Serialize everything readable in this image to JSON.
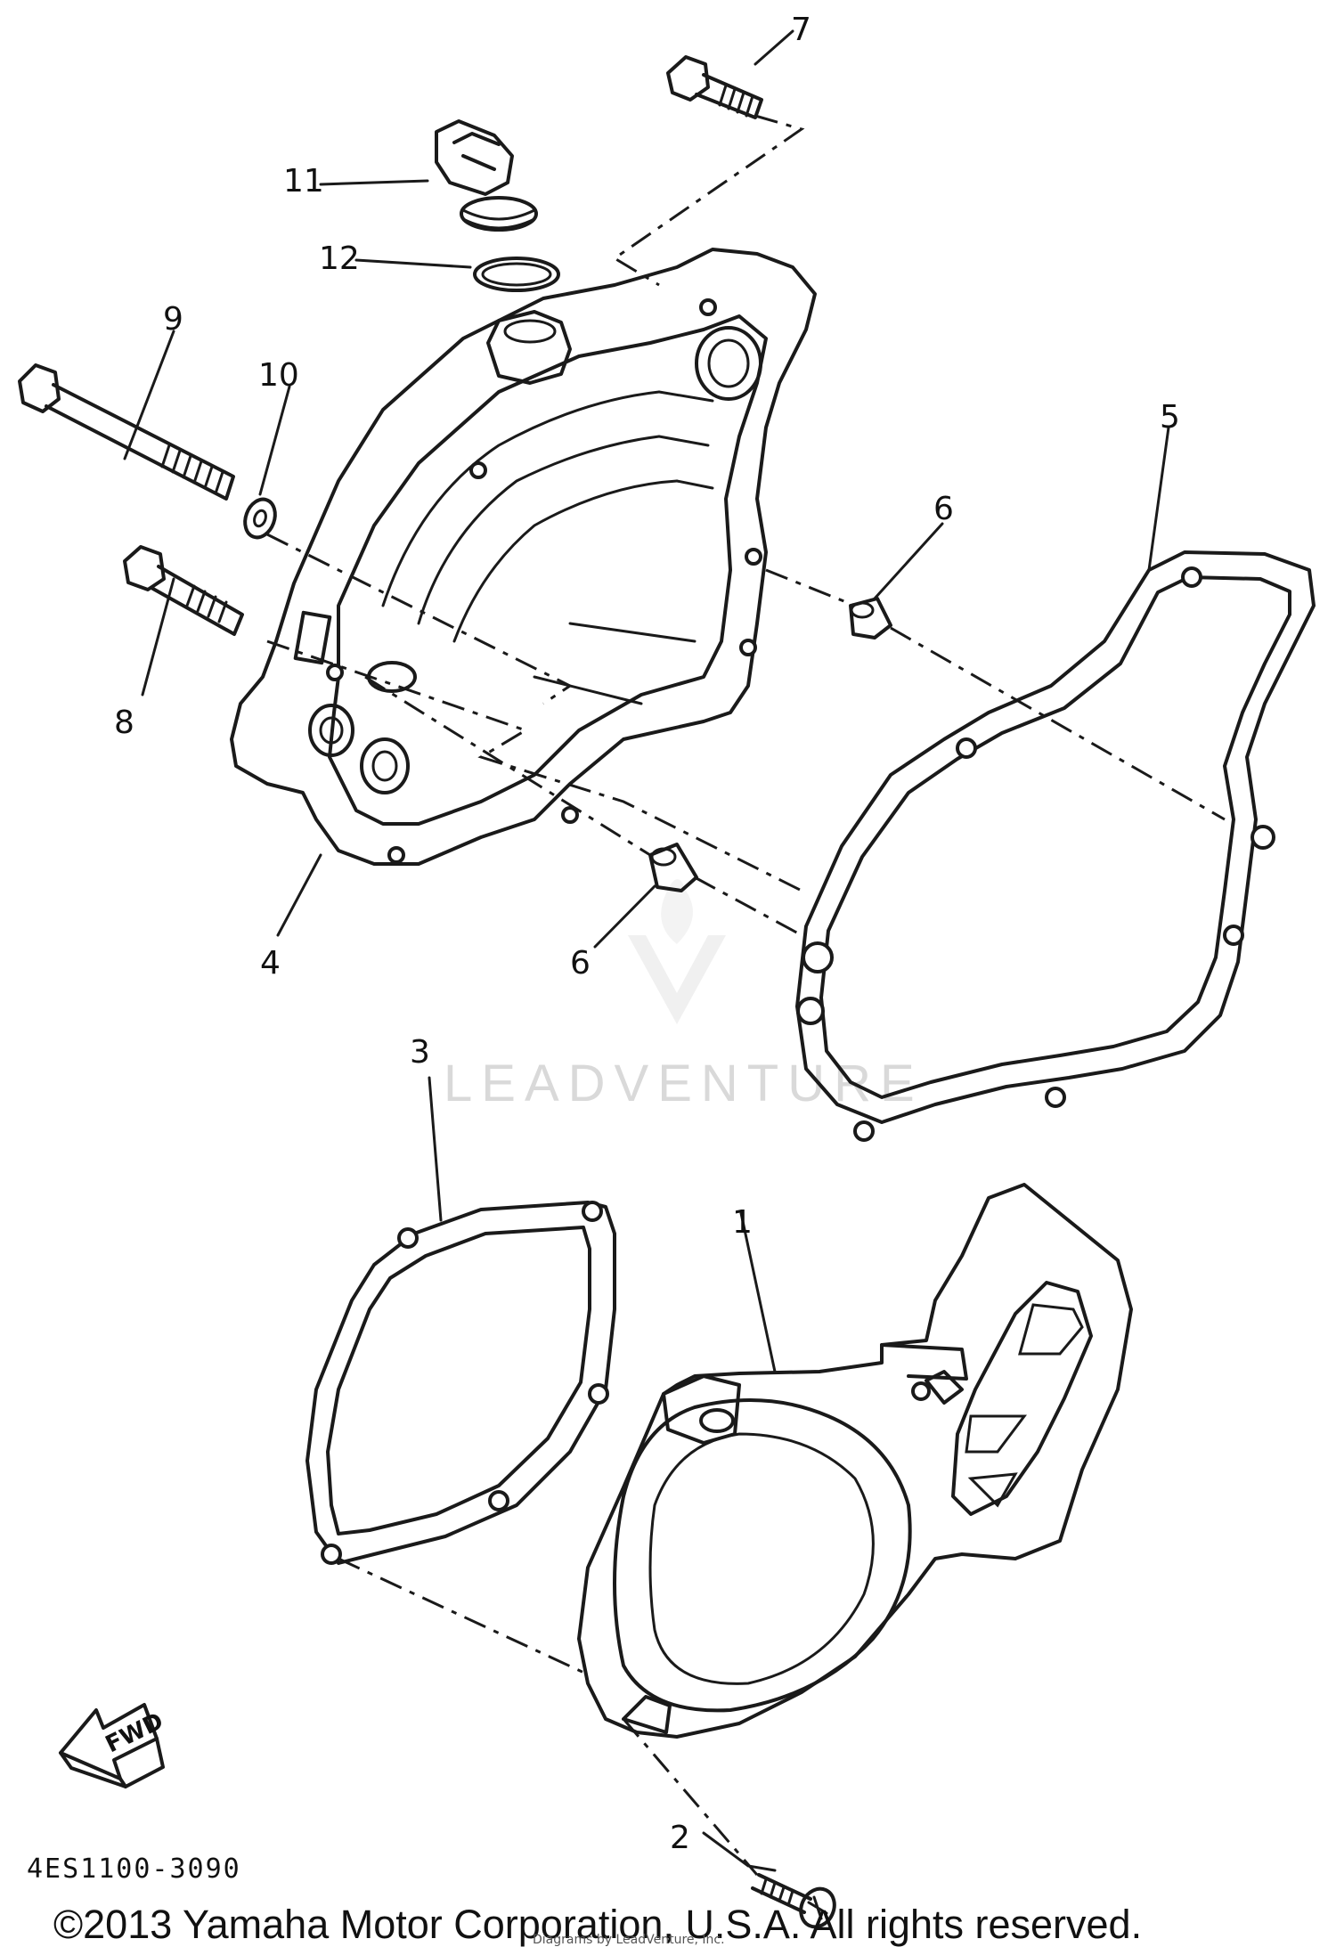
{
  "diagram": {
    "part_code": "4ES1100-3090",
    "copyright": "©2013 Yamaha Motor Corporation, U.S.A. All rights reserved.",
    "credit_line": "Diagrams by LeadVenture, Inc.",
    "watermark": "LEADVENTURE",
    "direction_label": "FWD"
  },
  "callouts": [
    {
      "id": "1",
      "text": "1"
    },
    {
      "id": "2",
      "text": "2"
    },
    {
      "id": "3",
      "text": "3"
    },
    {
      "id": "4",
      "text": "4"
    },
    {
      "id": "5",
      "text": "5"
    },
    {
      "id": "6a",
      "text": "6"
    },
    {
      "id": "6b",
      "text": "6"
    },
    {
      "id": "7",
      "text": "7"
    },
    {
      "id": "8",
      "text": "8"
    },
    {
      "id": "9",
      "text": "9"
    },
    {
      "id": "10",
      "text": "10"
    },
    {
      "id": "11",
      "text": "11"
    },
    {
      "id": "12",
      "text": "12"
    }
  ]
}
